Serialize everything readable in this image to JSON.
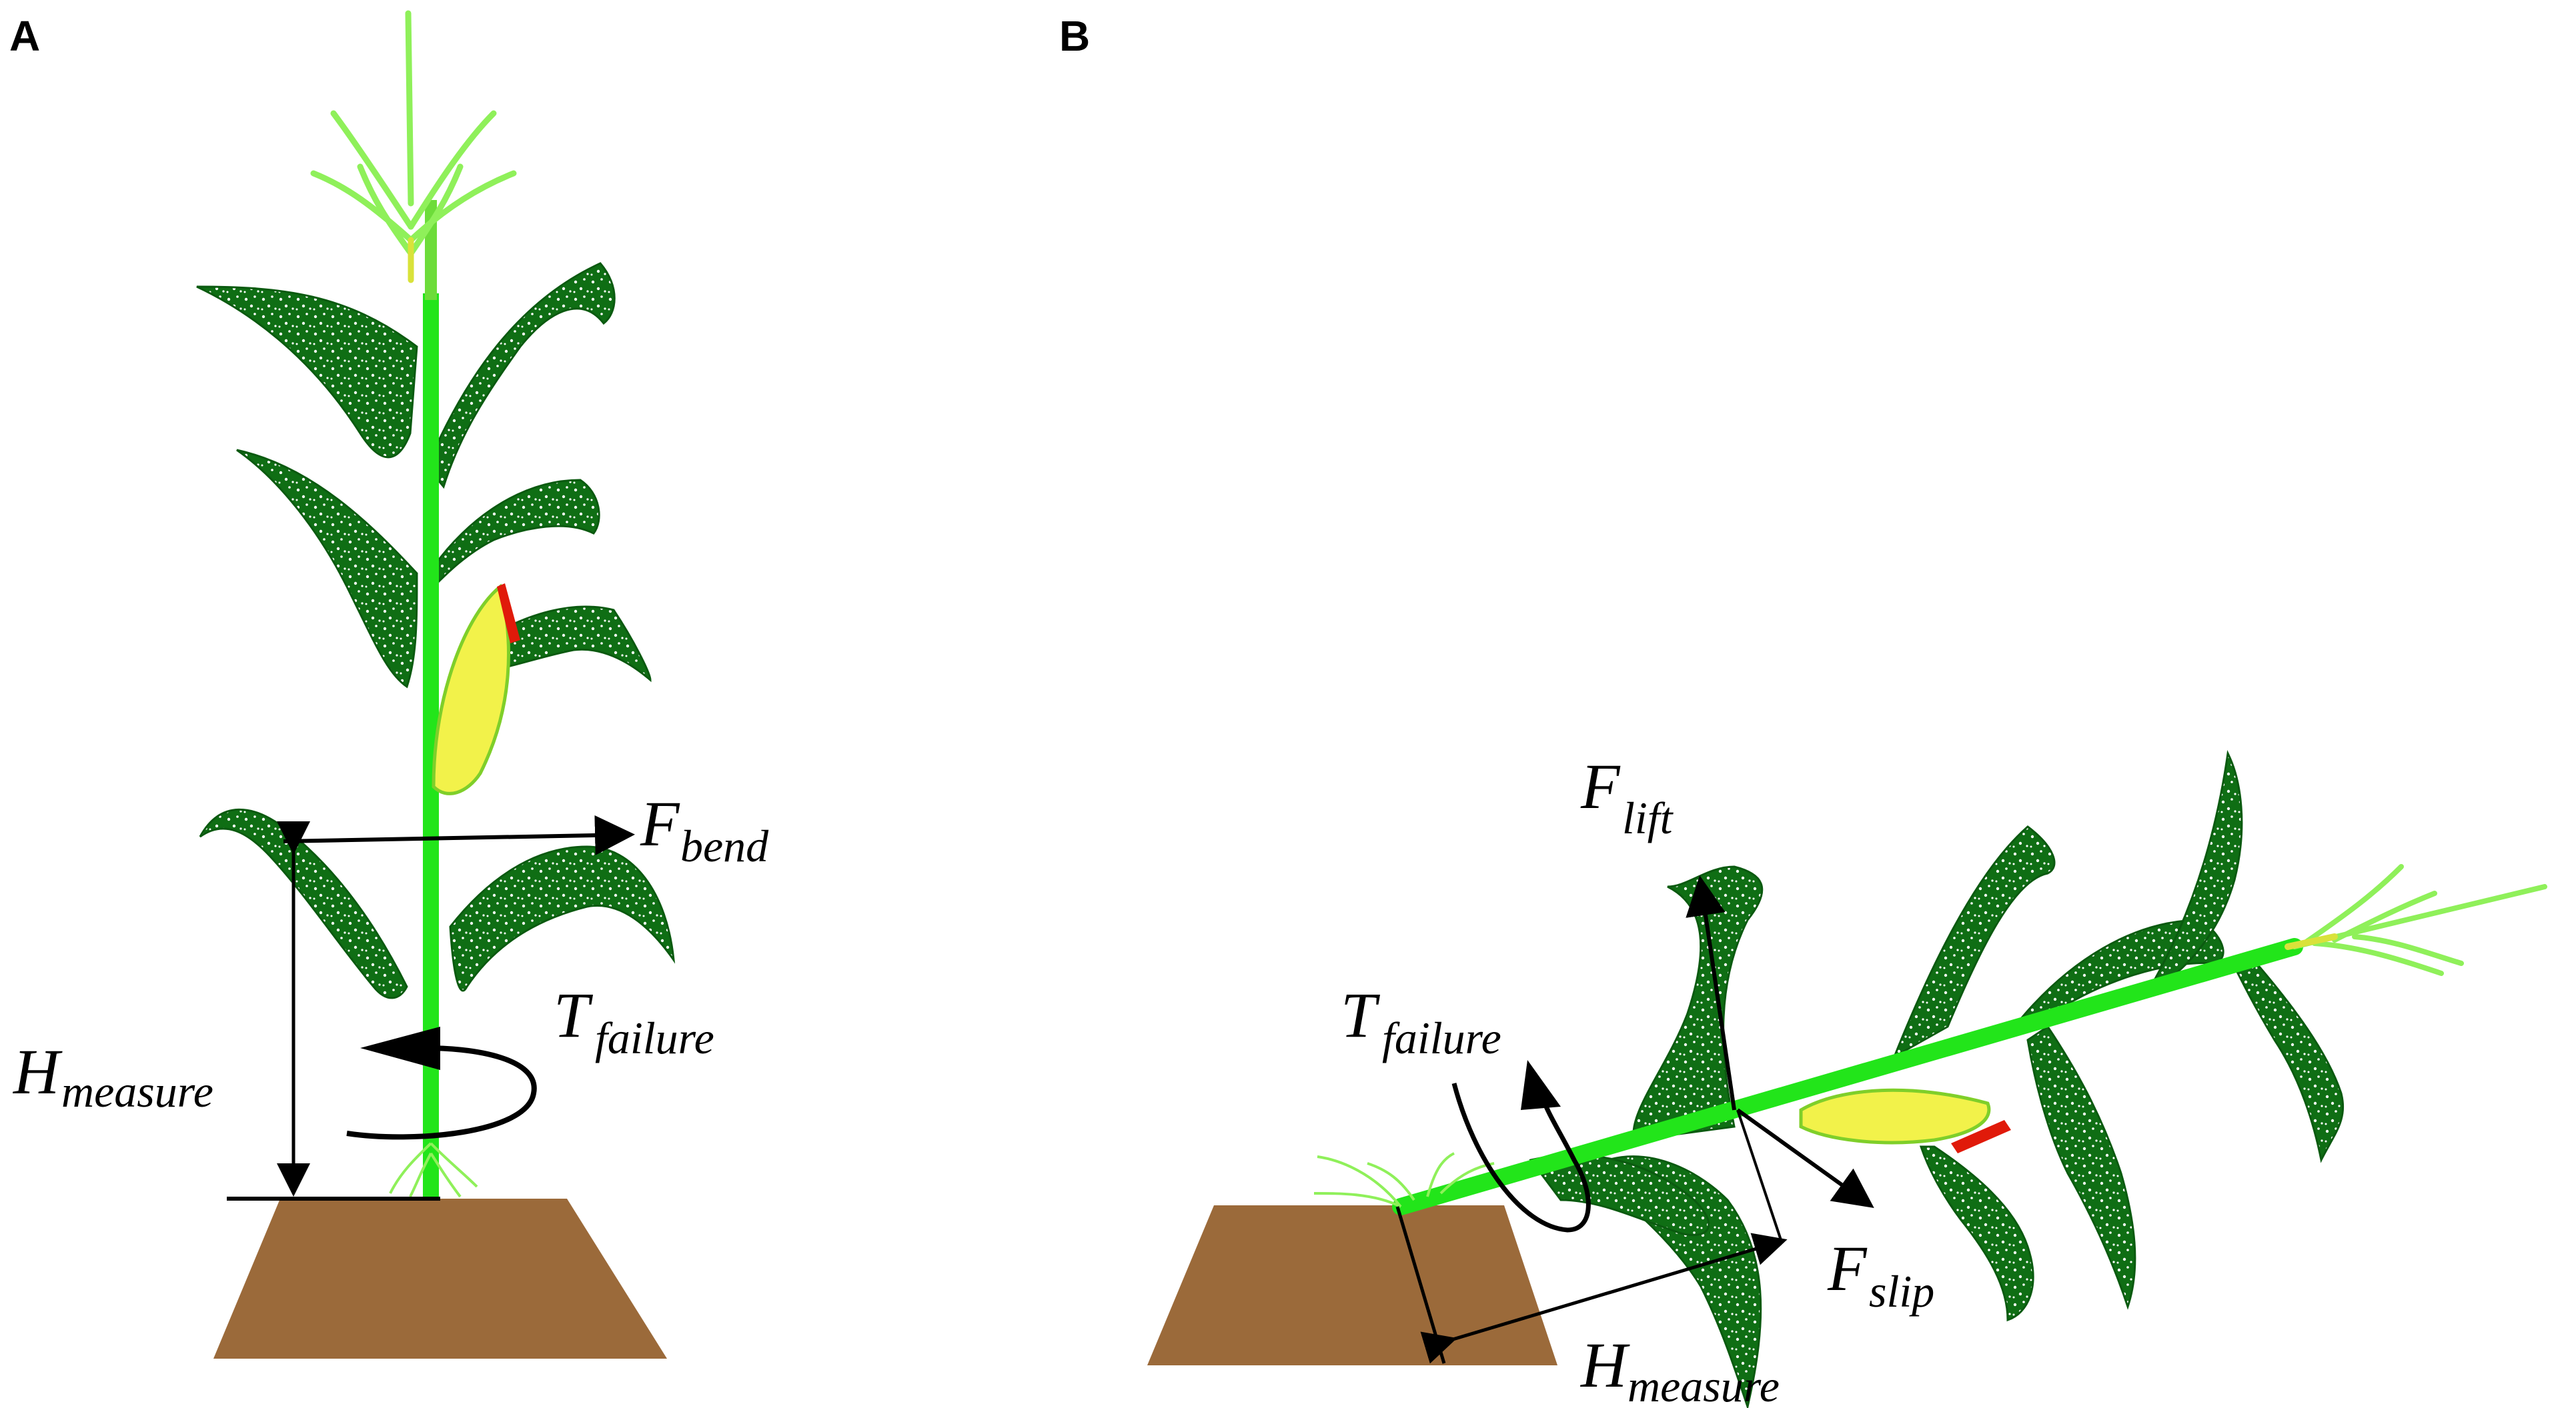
{
  "panels": {
    "a": {
      "label": "A",
      "f_bend": {
        "main": "F",
        "sub": "bend"
      },
      "t_failure": {
        "main": "T",
        "sub": "failure"
      },
      "h_measure": {
        "main": "H",
        "sub": "measure"
      }
    },
    "b": {
      "label": "B",
      "f_lift": {
        "main": "F",
        "sub": "lift"
      },
      "t_failure": {
        "main": "T",
        "sub": "failure"
      },
      "f_slip": {
        "main": "F",
        "sub": "slip"
      },
      "h_measure": {
        "main": "H",
        "sub": "measure"
      }
    }
  },
  "colors": {
    "stalk": "#22e51a",
    "leaf": "#0f6e14",
    "soil": "#9b6a3a",
    "ear": "#f2f24a",
    "silk": "#e01a0a",
    "tassel": "#8ff05a",
    "arrow": "#000000"
  }
}
